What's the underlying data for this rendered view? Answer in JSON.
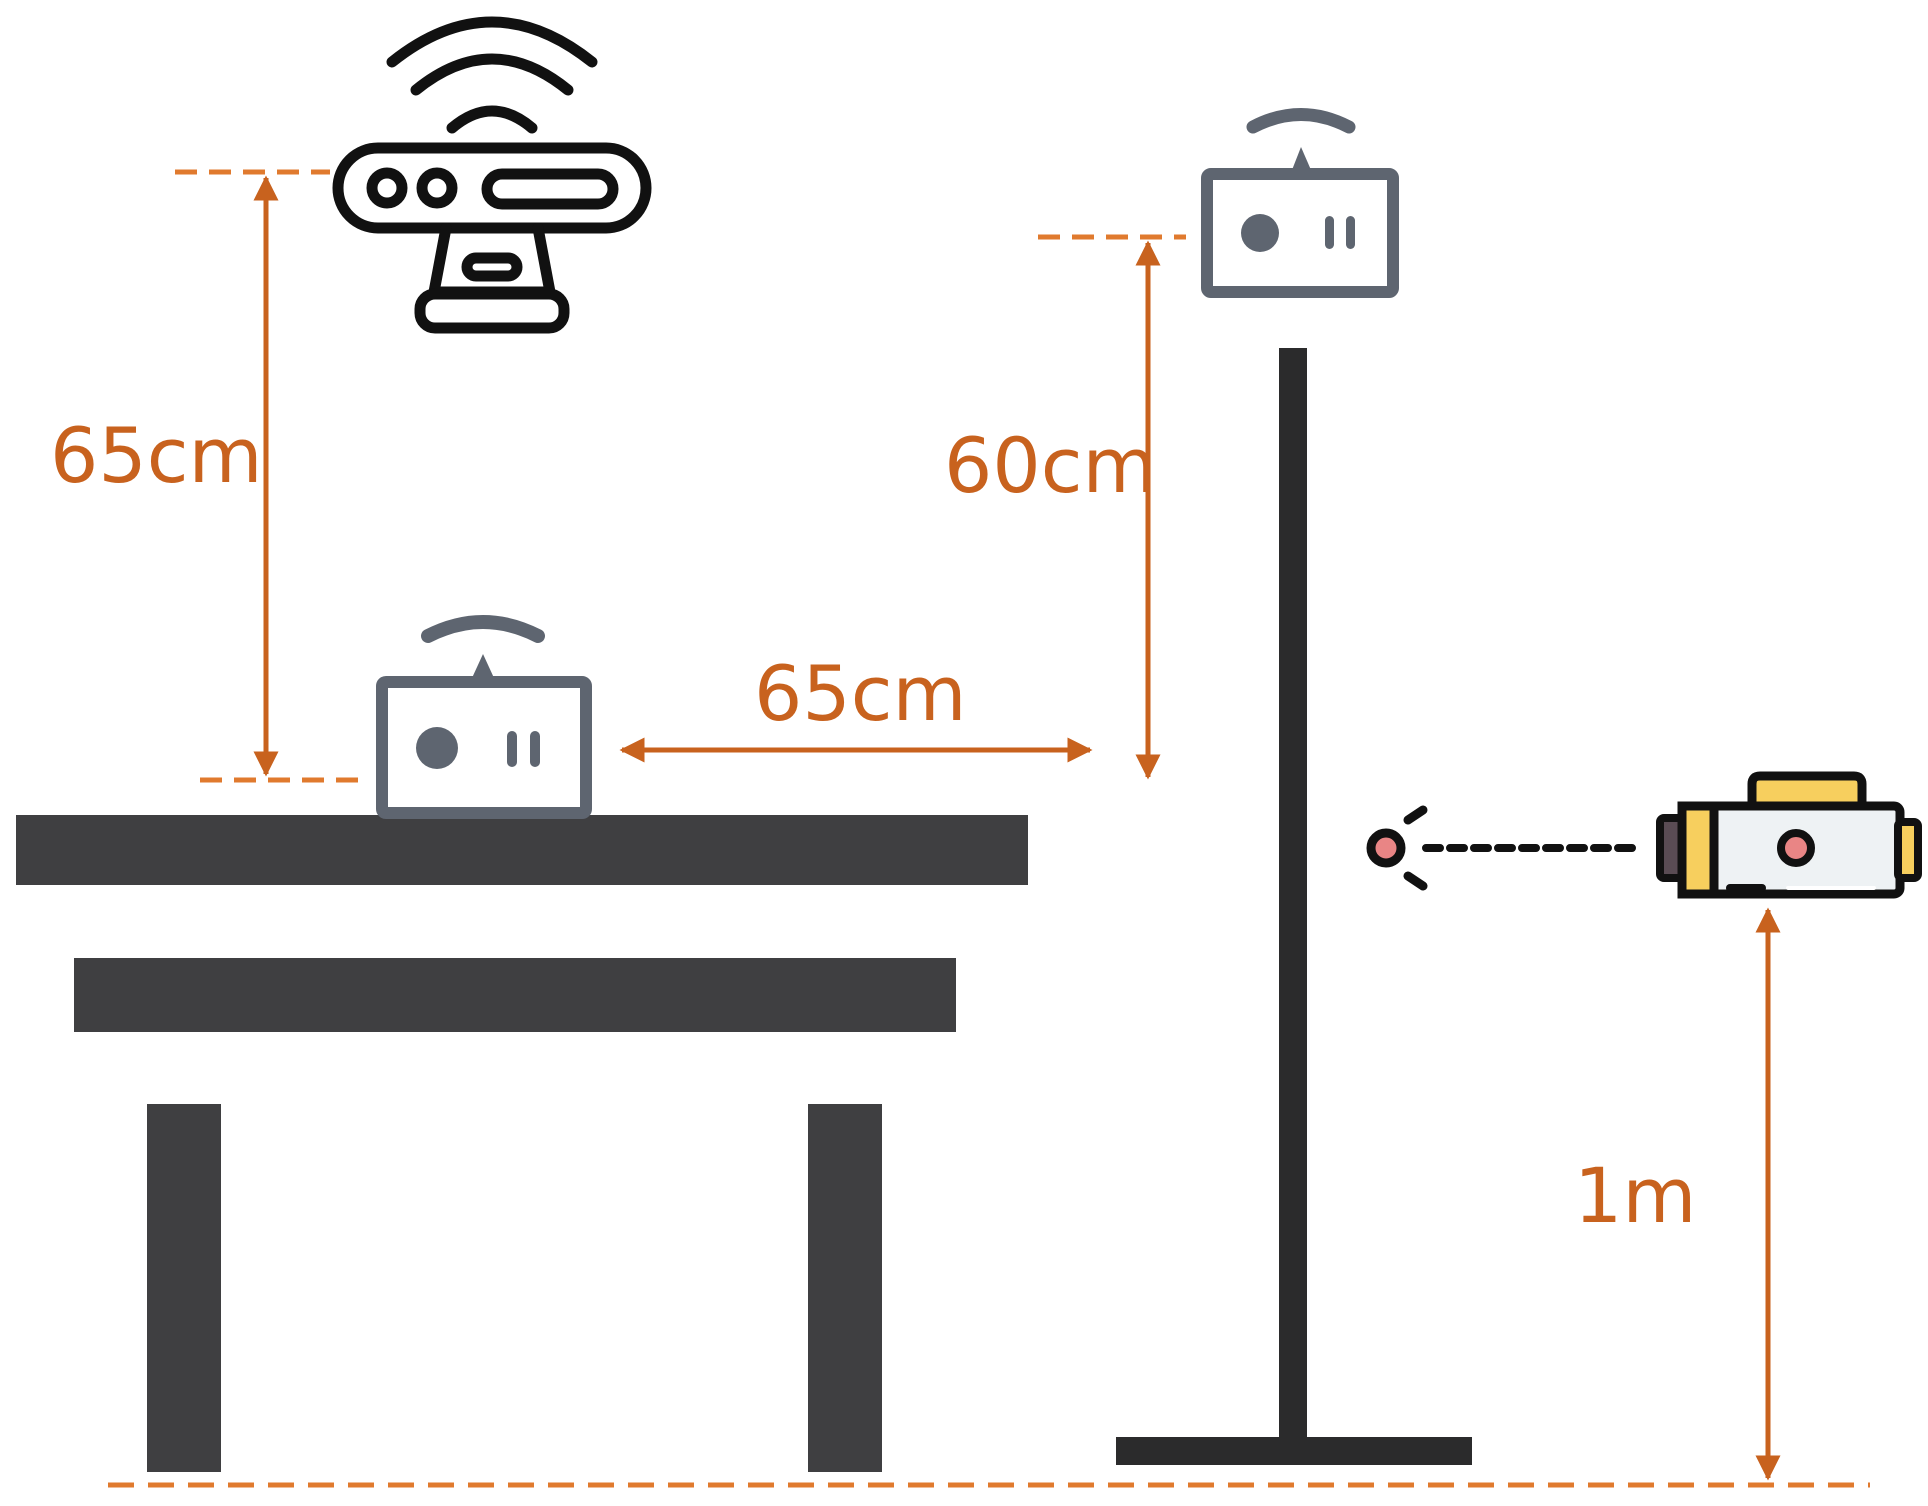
{
  "labels": {
    "router_height": "65cm",
    "stand_height": "60cm",
    "horizontal_distance": "65cm",
    "projector_height": "1m"
  },
  "icons": {
    "router": "wifi-router-icon",
    "table_device": "remote-controller-icon",
    "stand_device": "remote-controller-icon",
    "projector": "laser-projector-icon"
  },
  "colors": {
    "dimension": "#c8621e",
    "dashed_guide": "#e07a2e",
    "furniture": "#3f3f41",
    "device_gray": "#5e6570",
    "outline_black": "#111111",
    "projector_yellow": "#f7cf5e",
    "projector_body": "#eef2f4",
    "laser_dot": "#e98585"
  }
}
